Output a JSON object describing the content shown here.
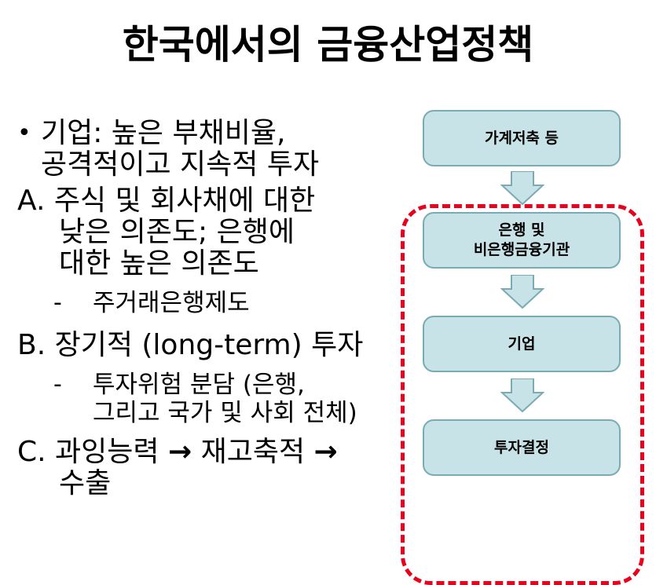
{
  "title": "한국에서의 금융산업정책",
  "content": {
    "bullet_mark": "•",
    "bullet_line1": "기업: 높은 부채비율,",
    "bullet_line2": "공격적이고 지속적 투자",
    "a_line1": "A. 주식 및 회사채에 대한",
    "a_line2": "낮은 의존도; 은행에",
    "a_line3": "대한 높은 의존도",
    "a_sub_dash": "-",
    "a_sub": "주거래은행제도",
    "b_line1": "B. 장기적 (long-term) 투자",
    "b_sub_dash": "-",
    "b_sub_line1": "투자위험 분담 (은행,",
    "b_sub_line2": "그리고 국가 및 사회 전체)",
    "c_prefix": "C. 과잉능력",
    "c_arrow": "→",
    "c_mid": "재고축적",
    "c_line2": "수출"
  },
  "diagram": {
    "nodes": [
      {
        "label": "가계저축 등"
      },
      {
        "label_line1": "은행 및",
        "label_line2": "비은행금융기관"
      },
      {
        "label": "기업"
      },
      {
        "label": "투자결정"
      }
    ],
    "colors": {
      "node_fill": "#c7e3e8",
      "node_border": "#7aaab2",
      "frame": "#e8001c"
    }
  }
}
